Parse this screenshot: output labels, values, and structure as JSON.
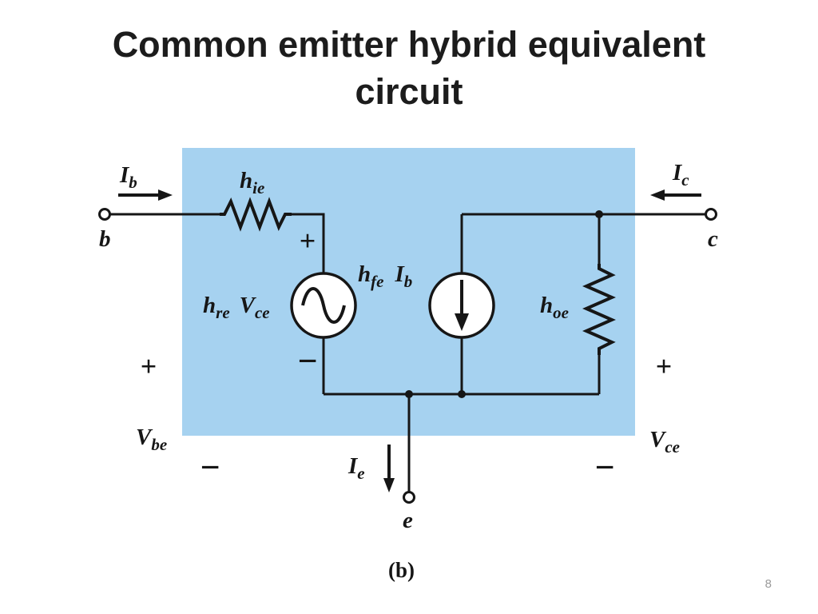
{
  "slide": {
    "title": "Common emitter hybrid equivalent circuit",
    "caption": "(b)",
    "page_number": "8"
  },
  "colors": {
    "circuit_background": "#a6d2f0",
    "ink": "#161616",
    "page_number": "#9a9a9a"
  },
  "labels": {
    "i_b_top": {
      "base": "I",
      "sub": "b"
    },
    "terminal_b": "b",
    "h_ie": {
      "base": "h",
      "sub": "ie"
    },
    "plus_source": "+",
    "minus_source": "−",
    "h_re": {
      "base": "h",
      "sub": "re"
    },
    "v_ce_inner": {
      "base": "V",
      "sub": "ce"
    },
    "h_fe": {
      "base": "h",
      "sub": "fe"
    },
    "i_b_inner": {
      "base": "I",
      "sub": "b"
    },
    "h_oe": {
      "base": "h",
      "sub": "oe"
    },
    "i_c": {
      "base": "I",
      "sub": "c"
    },
    "terminal_c": "c",
    "plus_left": "+",
    "v_be": {
      "base": "V",
      "sub": "be"
    },
    "minus_left": "−",
    "plus_right": "+",
    "v_ce_right": {
      "base": "V",
      "sub": "ce"
    },
    "minus_right": "−",
    "i_e": {
      "base": "I",
      "sub": "e"
    },
    "terminal_e": "e"
  }
}
